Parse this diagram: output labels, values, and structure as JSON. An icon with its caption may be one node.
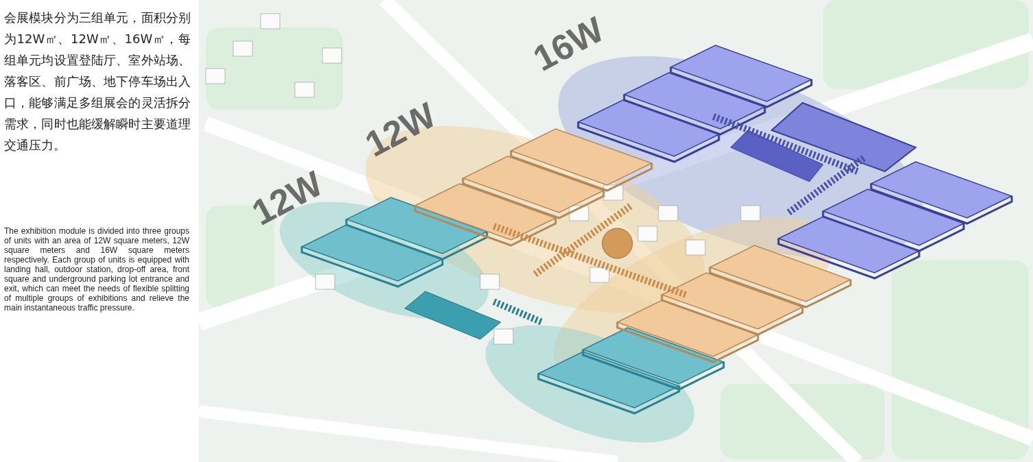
{
  "diagram": {
    "labels": [
      "会展模块分为三组单元，面积分别为12W㎡、12W㎡、16W㎡，每组单元均设置登陆厅、室外站场、落客区、前广场、地下停车场出入口，能够满足多组展会的灵活拆分需求，同时也能缓解瞬时主要道理交通压力。",
      "The exhibition module is divided into three groups of units with an area of 12W square meters, 12W square meters and 16W square meters respectively. Each group of units is equipped with landing hall, outdoor station, drop-off area, front square and underground parking lot entrance and exit, which can meet the needs of flexible splitting of multiple groups of exhibitions and relieve the main instantaneous traffic pressure.",
      "12W",
      "12W",
      "16W"
    ]
  }
}
